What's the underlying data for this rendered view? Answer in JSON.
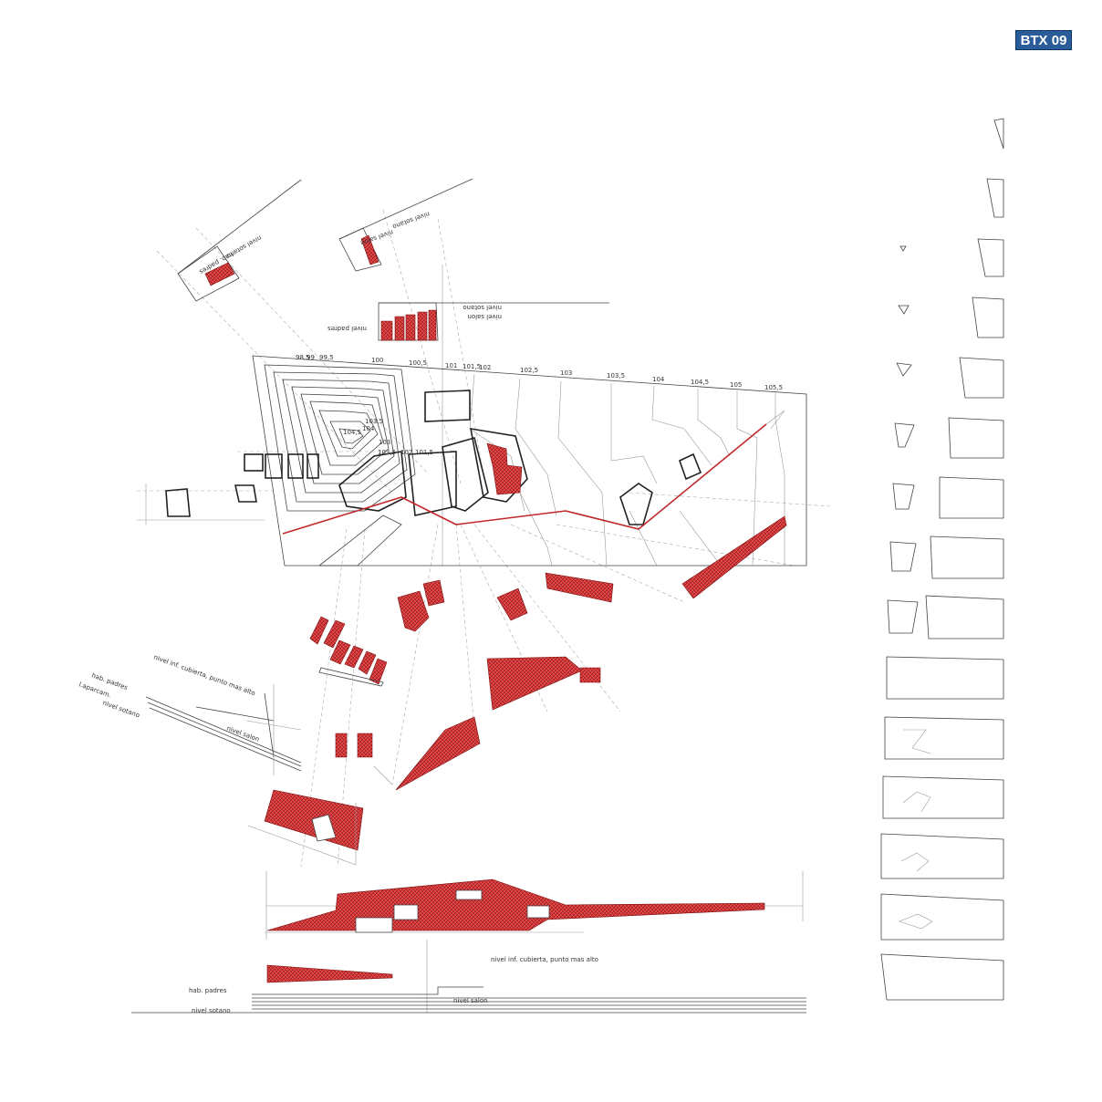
{
  "badge": "BTX 09",
  "contour_labels": [
    "98,5",
    "99",
    "99,5",
    "100",
    "100,5",
    "101",
    "101,5",
    "102",
    "102,5",
    "103",
    "103,5",
    "104",
    "104,5",
    "105",
    "105,5"
  ],
  "inner_contour_labels": [
    "103,5",
    "104",
    "104,5",
    "103",
    "103,5",
    "102",
    "101,5"
  ],
  "labels": {
    "hab_padres_rot": "hab. padres",
    "nivel_sotano_rot": "nivel sotano",
    "nivel_padres_mirror": "nivel padres",
    "nivel_salon_mirror": "nivel salon",
    "nivel_sotano_mirror": "nivel sotano",
    "nivel_inf_cubierta_rot": "nivel inf. cubierta, punto mas alto",
    "hab_padres_left": "hab. padres",
    "l_aparcam": "l.aparcam.",
    "nivel_sotano_left": "nivel sotano",
    "nivel_salon_left": "nivel salon",
    "nivel_inf_cubierta_bottom": "nivel inf. cubierta, punto mas alto",
    "hab_padres_bottom": "hab. padres",
    "nivel_salon_bottom": "nivel salon",
    "nivel_sotano_bottom": "nivel sotano"
  },
  "colors": {
    "accent_red": "#c0282a",
    "badge_blue": "#2a5c9a"
  }
}
